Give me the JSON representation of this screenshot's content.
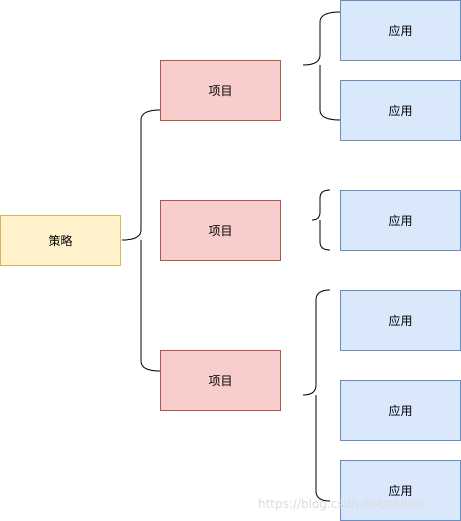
{
  "diagram": {
    "strategy": {
      "label": "策略"
    },
    "projects": [
      {
        "label": "项目",
        "apps": [
          "应用",
          "应用"
        ]
      },
      {
        "label": "项目",
        "apps": [
          "应用"
        ]
      },
      {
        "label": "项目",
        "apps": [
          "应用",
          "应用",
          "应用"
        ]
      }
    ]
  },
  "watermark": "https://blog.csdn.net/nklller"
}
